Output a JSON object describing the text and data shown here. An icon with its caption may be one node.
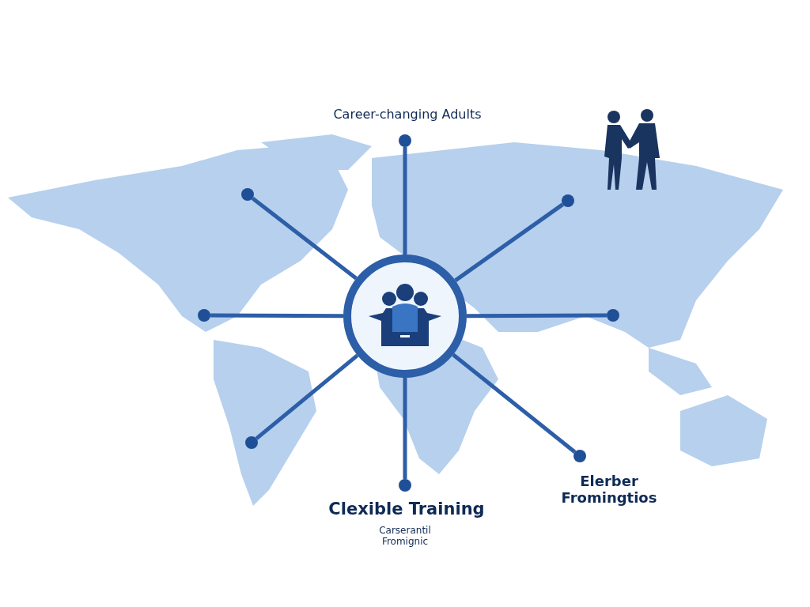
{
  "diagram": {
    "nodes": [
      {
        "text": [],
        "shape": "circle"
      },
      {
        "text": [],
        "shape": "circle"
      },
      {
        "text": [],
        "shape": "circle"
      },
      {
        "text": [],
        "shape": "circle"
      },
      {
        "text": [],
        "shape": "circle"
      },
      {
        "text": [],
        "shape": "circle"
      },
      {
        "text": [],
        "shape": "circle"
      },
      {
        "text": [],
        "shape": "circle"
      },
      {
        "text": [],
        "shape": "circle"
      }
    ],
    "edges": [
      {
        "from": 4,
        "to": 0,
        "arrow": "none"
      },
      {
        "from": 4,
        "to": 1,
        "arrow": "none"
      },
      {
        "from": 4,
        "to": 2,
        "arrow": "none"
      },
      {
        "from": 4,
        "to": 3,
        "arrow": "none"
      },
      {
        "from": 4,
        "to": 5,
        "arrow": "none"
      },
      {
        "from": 4,
        "to": 6,
        "arrow": "none"
      },
      {
        "from": 4,
        "to": 7,
        "arrow": "none"
      },
      {
        "from": 4,
        "to": 8,
        "arrow": "none"
      }
    ],
    "labels": [
      "Career-changing Adults",
      "Elerber Fromingtios",
      "Clexible Training",
      "Carserantil Fromignic"
    ]
  }
}
